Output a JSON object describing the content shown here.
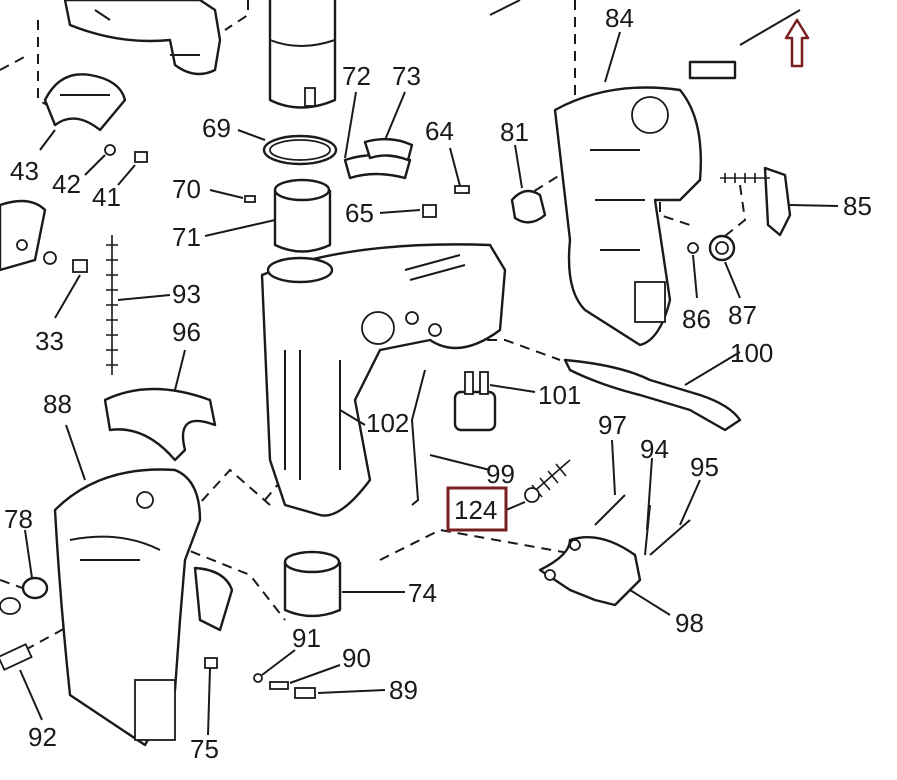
{
  "diagram": {
    "labels": [
      "84",
      "72",
      "73",
      "69",
      "64",
      "81",
      "70",
      "65",
      "43",
      "42",
      "41",
      "71",
      "85",
      "86",
      "87",
      "33",
      "93",
      "96",
      "100",
      "88",
      "101",
      "102",
      "97",
      "94",
      "95",
      "99",
      "124",
      "78",
      "74",
      "98",
      "91",
      "90",
      "89",
      "92",
      "75"
    ],
    "highlight_label": "124",
    "colors": {
      "ink": "#1a1a1a",
      "highlight": "#7a1f1f",
      "background": "#ffffff"
    },
    "icons": [
      "up-arrow-icon"
    ]
  }
}
